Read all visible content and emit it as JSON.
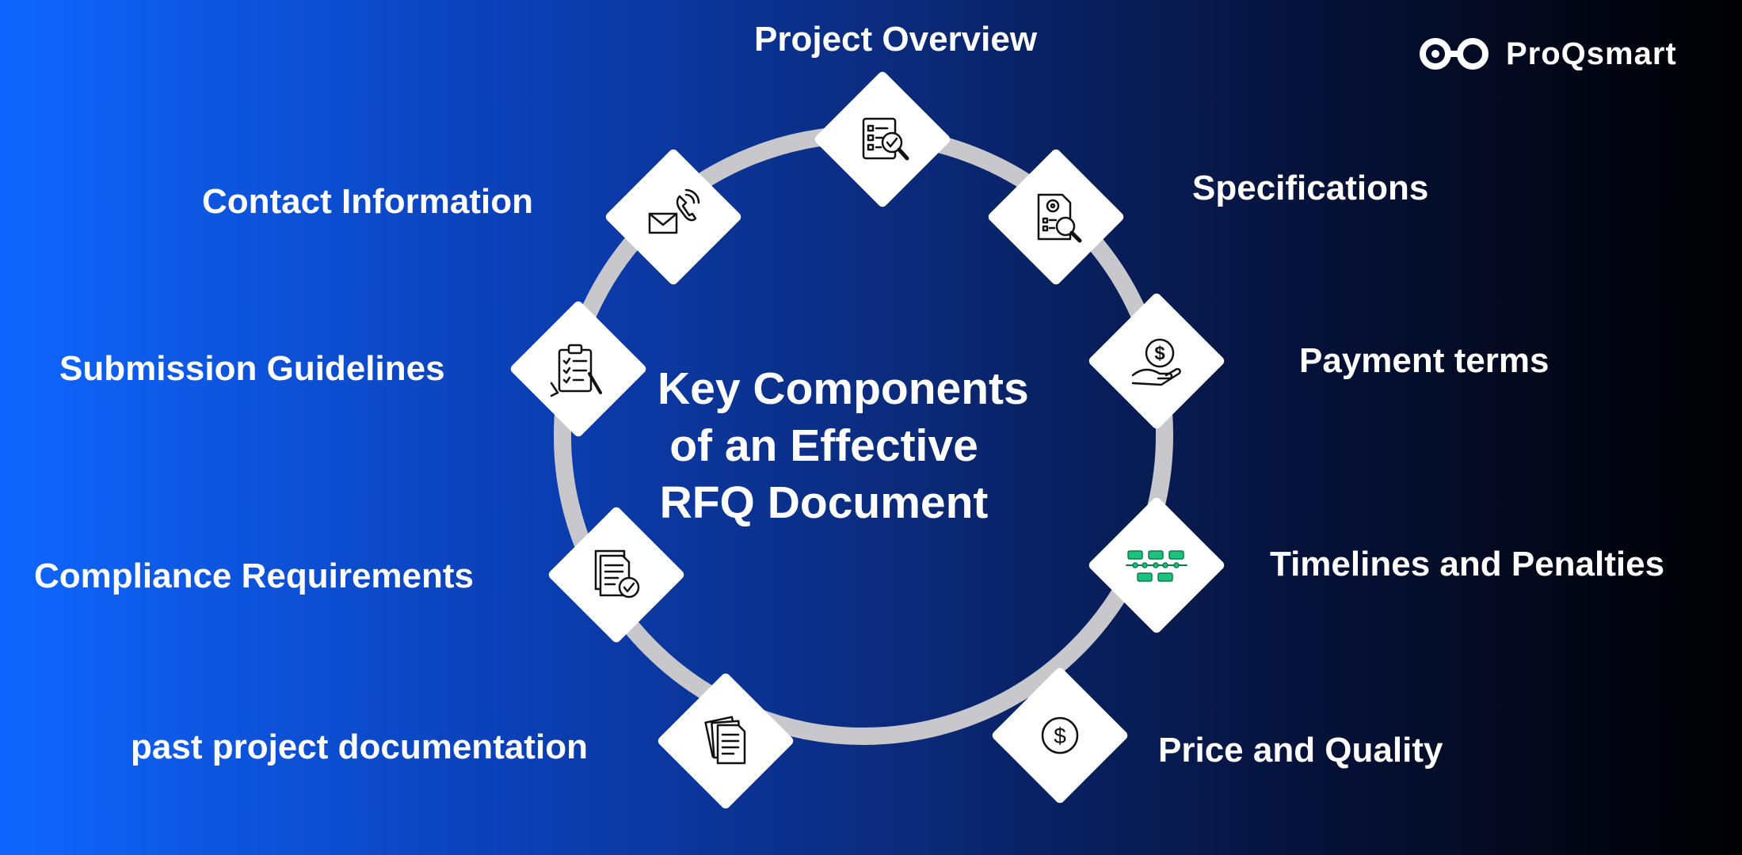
{
  "brand": {
    "name": "ProQsmart",
    "logo_icon": "infinity-loop-logo-icon"
  },
  "diagram": {
    "title_lines": [
      "Key Components",
      "of an Effective",
      "RFQ Document"
    ],
    "colors": {
      "ring": "#c8c8cc",
      "node_fill": "#ffffff",
      "icon_stroke": "#111111",
      "timeline_green": "#19c37d"
    },
    "components": [
      {
        "label": "Project Overview",
        "icon": "checklist-magnifier-icon"
      },
      {
        "label": "Specifications",
        "icon": "document-gear-search-icon"
      },
      {
        "label": "Payment terms",
        "icon": "hand-dollar-coin-icon"
      },
      {
        "label": "Timelines and Penalties",
        "icon": "timeline-flow-icon"
      },
      {
        "label": "Price and Quality",
        "icon": "dollar-circle-icon"
      },
      {
        "label": "past project documentation",
        "icon": "stacked-documents-icon"
      },
      {
        "label": "Compliance Requirements",
        "icon": "document-checkmark-icon"
      },
      {
        "label": "Submission Guidelines",
        "icon": "clipboard-pen-icon"
      },
      {
        "label": "Contact Information",
        "icon": "envelope-phone-icon"
      }
    ]
  }
}
